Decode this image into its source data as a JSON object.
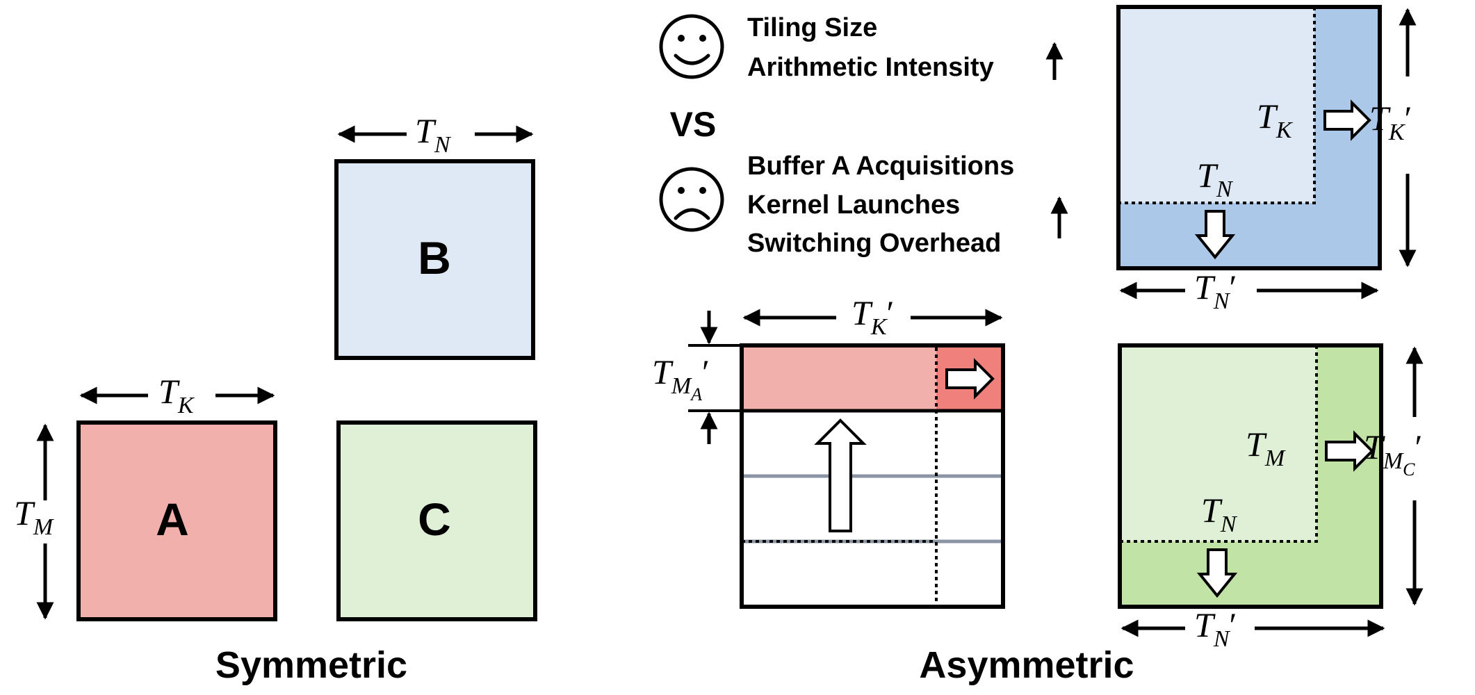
{
  "symmetric": {
    "caption": "Symmetric",
    "matrix_a": "A",
    "matrix_b": "B",
    "matrix_c": "C",
    "dim_tn": {
      "base": "T",
      "sub": "N"
    },
    "dim_tk": {
      "base": "T",
      "sub": "K"
    },
    "dim_tm": {
      "base": "T",
      "sub": "M"
    }
  },
  "asymmetric": {
    "caption": "Asymmetric",
    "vs": "VS",
    "pros": [
      "Tiling Size",
      "Arithmetic Intensity"
    ],
    "cons": [
      "Buffer A Acquisitions",
      "Kernel Launches",
      "Switching Overhead"
    ],
    "a_tile": {
      "tk_prime": {
        "base": "T",
        "sub": "K",
        "prime": "′"
      },
      "tma_prime": {
        "base": "T",
        "sub": "M",
        "subsub": "A",
        "prime": "′"
      }
    },
    "b_tile": {
      "tk": {
        "base": "T",
        "sub": "K"
      },
      "tk_prime": {
        "base": "T",
        "sub": "K",
        "prime": "′"
      },
      "tn": {
        "base": "T",
        "sub": "N"
      },
      "tn_prime": {
        "base": "T",
        "sub": "N",
        "prime": "′"
      }
    },
    "c_tile": {
      "tm": {
        "base": "T",
        "sub": "M"
      },
      "tmc_prime": {
        "base": "T",
        "sub": "M",
        "subsub": "C",
        "prime": "′"
      },
      "tn": {
        "base": "T",
        "sub": "N"
      },
      "tn_prime": {
        "base": "T",
        "sub": "N",
        "prime": "′"
      }
    }
  },
  "colors": {
    "a_fill": "#f2b0ad",
    "a_dark": "#ef807b",
    "b_fill": "#dfe8f5",
    "b_dark": "#abc8e8",
    "c_fill": "#dff0d6",
    "c_dark": "#c1e3a6",
    "gray_line": "#8995a2"
  },
  "icons": [
    "smiley-face-icon",
    "frowning-face-icon",
    "up-arrow-icon",
    "right-block-arrow-icon",
    "down-block-arrow-icon",
    "up-block-arrow-icon"
  ]
}
